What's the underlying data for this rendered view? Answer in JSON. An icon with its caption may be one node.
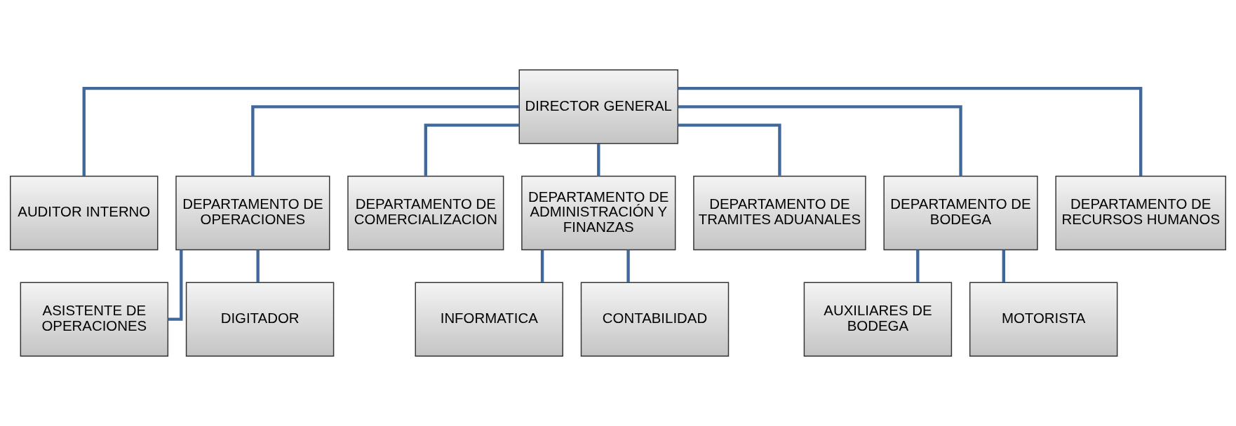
{
  "diagram": {
    "nodes": [
      {
        "text": [
          "DIRECTOR GENERAL"
        ]
      },
      {
        "text": [
          "AUDITOR INTERNO"
        ]
      },
      {
        "text": [
          "DEPARTAMENTO DE OPERACIONES"
        ]
      },
      {
        "text": [
          "DEPARTAMENTO DE COMERCIALIZACION"
        ]
      },
      {
        "text": [
          "DEPARTAMENTO DE ADMINISTRACIÓN Y FINANZAS"
        ]
      },
      {
        "text": [
          "DEPARTAMENTO DE TRAMITES ADUANALES"
        ]
      },
      {
        "text": [
          "DEPARTAMENTO DE BODEGA"
        ]
      },
      {
        "text": [
          "DEPARTAMENTO DE RECURSOS HUMANOS"
        ]
      },
      {
        "text": [
          "ASISTENTE DE OPERACIONES"
        ]
      },
      {
        "text": [
          "DIGITADOR"
        ]
      },
      {
        "text": [
          "INFORMATICA"
        ]
      },
      {
        "text": [
          "CONTABILIDAD"
        ]
      },
      {
        "text": [
          "AUXILIARES DE BODEGA"
        ]
      },
      {
        "text": [
          "MOTORISTA"
        ]
      }
    ],
    "edges": [
      {
        "from": 0,
        "to": 1,
        "arrow": "none"
      },
      {
        "from": 0,
        "to": 2,
        "arrow": "none"
      },
      {
        "from": 0,
        "to": 3,
        "arrow": "none"
      },
      {
        "from": 0,
        "to": 4,
        "arrow": "none"
      },
      {
        "from": 0,
        "to": 5,
        "arrow": "none"
      },
      {
        "from": 0,
        "to": 6,
        "arrow": "none"
      },
      {
        "from": 0,
        "to": 7,
        "arrow": "none"
      },
      {
        "from": 2,
        "to": 8,
        "arrow": "none"
      },
      {
        "from": 2,
        "to": 9,
        "arrow": "none"
      },
      {
        "from": 4,
        "to": 10,
        "arrow": "none"
      },
      {
        "from": 4,
        "to": 11,
        "arrow": "none"
      },
      {
        "from": 6,
        "to": 12,
        "arrow": "none"
      },
      {
        "from": 6,
        "to": 13,
        "arrow": "none"
      }
    ]
  }
}
